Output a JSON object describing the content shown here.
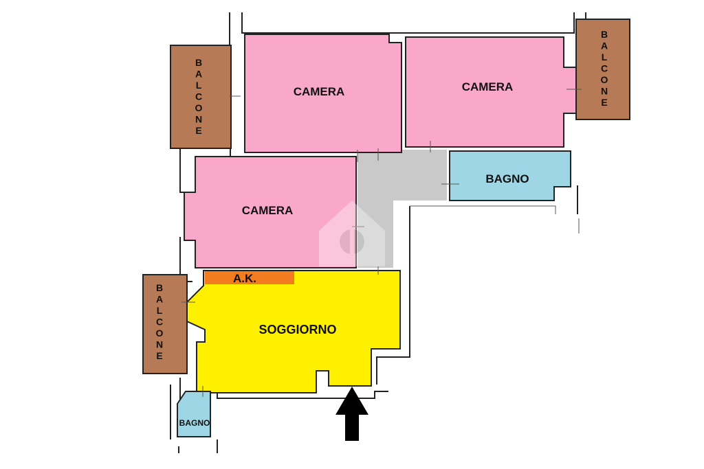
{
  "plan": {
    "colors": {
      "camera": "#f9a8c9",
      "balcone": "#b77a57",
      "bagno": "#9fd6e6",
      "soggiorno": "#fff000",
      "ak": "#f47c20",
      "corridor": "#c9c9c9",
      "walls": "#222222",
      "arrow": "#000000"
    },
    "rooms": {
      "camera_top_left": "CAMERA",
      "camera_top_right": "CAMERA",
      "camera_middle": "CAMERA",
      "bagno_main": "BAGNO",
      "soggiorno": "SOGGIORNO",
      "ak": "A.K.",
      "bagno_small": "BAGNO"
    },
    "balconies": {
      "left_top": "BALCONE",
      "right_top": "BALCONE",
      "left_bottom": "BALCONE"
    },
    "entrance_icon": "entrance-arrow-icon",
    "watermark_icon": "house-logo-watermark-icon"
  }
}
